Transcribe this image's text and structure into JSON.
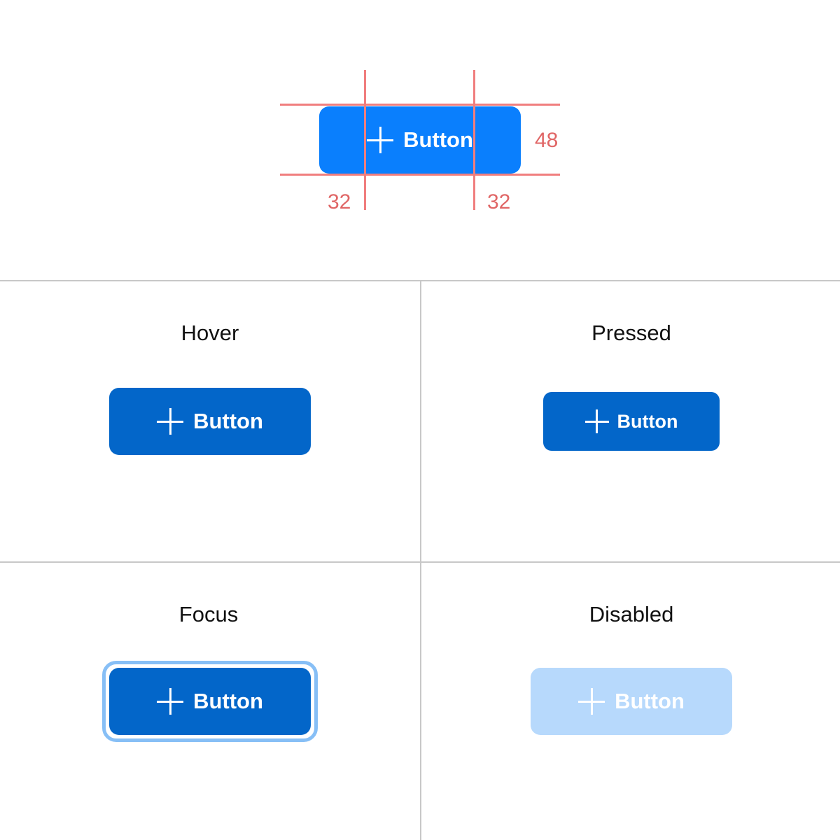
{
  "spec": {
    "button_label": "Button",
    "button_icon": "plus-icon",
    "height_label": "48",
    "left_padding_label": "32",
    "right_padding_label": "32",
    "guide_color": "#f07e7e",
    "measure_color": "#e06666",
    "button_color": "#0a7ffd"
  },
  "states": [
    {
      "title": "Hover",
      "button_label": "Button",
      "button_color": "#0366c9"
    },
    {
      "title": "Pressed",
      "button_label": "Button",
      "button_color": "#0366c9"
    },
    {
      "title": "Focus",
      "button_label": "Button",
      "button_color": "#0366c9",
      "focus_ring_color": "#87bff6"
    },
    {
      "title": "Disabled",
      "button_label": "Button",
      "button_color": "#b7d9fc"
    }
  ]
}
